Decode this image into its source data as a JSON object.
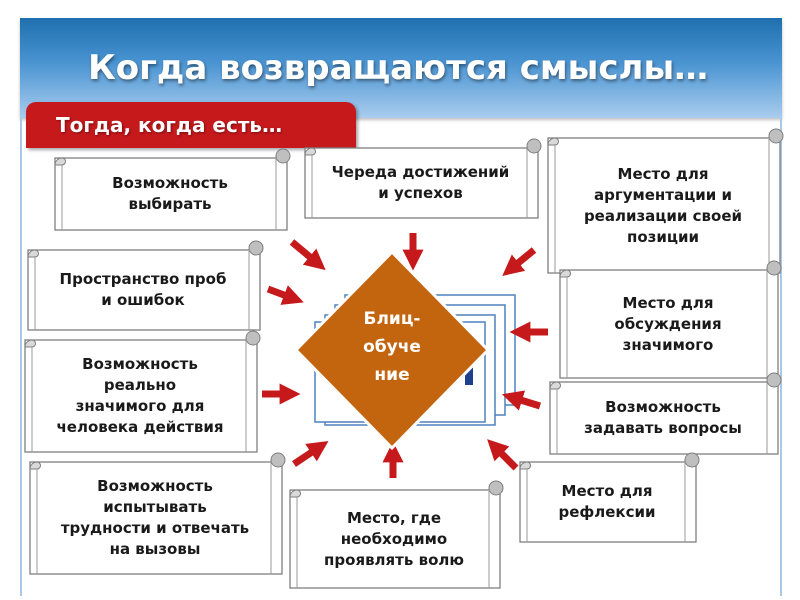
{
  "title": "Когда возвращаются смыслы…",
  "tab_label": "Тогда, когда есть…",
  "center": {
    "label": "Блиц-\nобуче\nние",
    "color": "#c3650f"
  },
  "accent_color": "#c6191c",
  "items": [
    "Возможность\nвыбирать",
    "Череда достижений\nи успехов",
    "Место для\nаргументации и\nреализации своей\nпозиции",
    "Пространство проб\nи ошибок",
    "Место для\nобсуждения\nзначимого",
    "Возможность\nреально\nзначимого для\nчеловека действия",
    "Возможность\nзадавать вопросы",
    "Возможность\nиспытывать\nтрудности и отвечать\nна вызовы",
    "Место, где\nнеобходимо\nпроявлять волю",
    "Место для\nрефлексии"
  ]
}
